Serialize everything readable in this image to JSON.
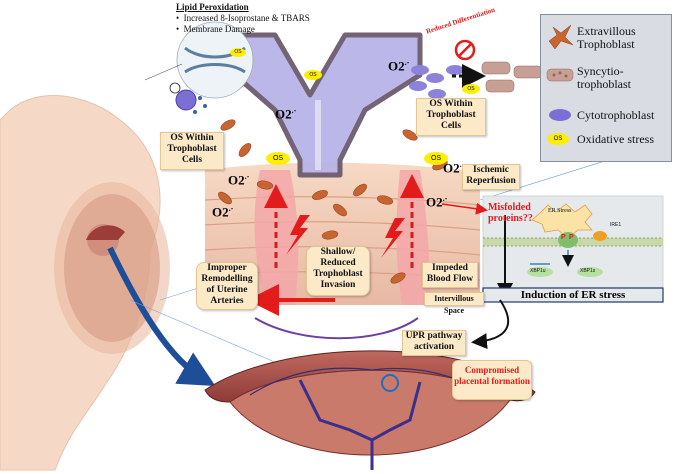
{
  "lipid_peroxidation": {
    "title": "Lipid Peroxidation",
    "bullets": [
      "Increased 8-Isoprostane & TBARS",
      "Membrane Damage"
    ]
  },
  "os_badge": "OS",
  "radical_label": "O2",
  "radical_sup": ".-",
  "reduced_differentiation": "Reduced Differentiation",
  "callouts": {
    "os_within_top": "OS Within Trophoblast Cells",
    "os_within_left": "OS Within Trophoblast Cells",
    "ischemic": "Ischemic Reperfusion",
    "shallow": "Shallow/ Reduced Trophoblast Invasion",
    "improper": "Improper Remodelling of Uterine Arteries",
    "impeded": "Impeded Blood Flow",
    "intervillous": "Intervillous Space",
    "upr": "UPR pathway activation",
    "compromised": "Compromised placental formation"
  },
  "er_panel": {
    "misfolded": "Misfolded proteins??",
    "er_stress": "ER Stress",
    "ire1": "IRE1",
    "p": "P",
    "xbp1u": "XBP1u",
    "xbp1s": "XBP1s",
    "induction": "Induction of ER stress"
  },
  "legend": {
    "items": [
      {
        "label": "Extravillous Trophoblast",
        "icon": "extravillous-cell-icon"
      },
      {
        "label": "Syncytio-trophoblast",
        "icon": "syncytio-cell-icon"
      },
      {
        "label": "Cytotrophoblast",
        "icon": "cytotrophoblast-cell-icon"
      },
      {
        "label": "Oxidative stress",
        "icon": "os-badge-icon"
      }
    ]
  },
  "colors": {
    "callout_fill": "#fbe9c8",
    "red_arrow": "#e31b1b",
    "blue_arrow": "#1f4e99",
    "villus_fill": "#b8b4e8",
    "os_yellow": "#ffee00"
  }
}
